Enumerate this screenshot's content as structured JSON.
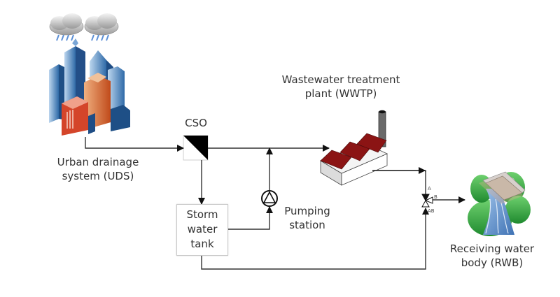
{
  "diagram": {
    "nodes": {
      "uds": {
        "label_line1": "Urban drainage",
        "label_line2": "system (UDS)",
        "icon": "city-with-rain-clouds-icon"
      },
      "cso": {
        "label": "CSO",
        "icon": "cso-separator-icon"
      },
      "wwtp": {
        "label_line1": "Wastewater treatment",
        "label_line2": "plant (WWTP)",
        "icon": "factory-icon"
      },
      "tank": {
        "label_line1": "Storm",
        "label_line2": "water",
        "label_line3": "tank"
      },
      "pump": {
        "label_line1": "Pumping",
        "label_line2": "station",
        "icon": "pump-icon"
      },
      "valve": {
        "port_a": "A",
        "port_b": "B",
        "port_ab": "AB",
        "icon": "three-way-valve-icon"
      },
      "rwb": {
        "label_line1": "Receiving water",
        "label_line2": "body (RWB)",
        "icon": "river-landscape-icon"
      }
    },
    "edges": [
      {
        "from": "UDS",
        "to": "CSO"
      },
      {
        "from": "CSO",
        "to": "WWTP"
      },
      {
        "from": "CSO",
        "to": "Storm water tank"
      },
      {
        "from": "Storm water tank",
        "to": "Pumping station"
      },
      {
        "from": "Pumping station",
        "to": "WWTP inflow"
      },
      {
        "from": "WWTP",
        "to": "Valve A"
      },
      {
        "from": "Storm water tank",
        "to": "Valve AB"
      },
      {
        "from": "Valve B",
        "to": "RWB"
      }
    ],
    "colors": {
      "line": "#333333",
      "roof": "#8b1414",
      "chimney": "#666666",
      "green": "#3aa43a",
      "water": "#5a8fc8"
    }
  }
}
